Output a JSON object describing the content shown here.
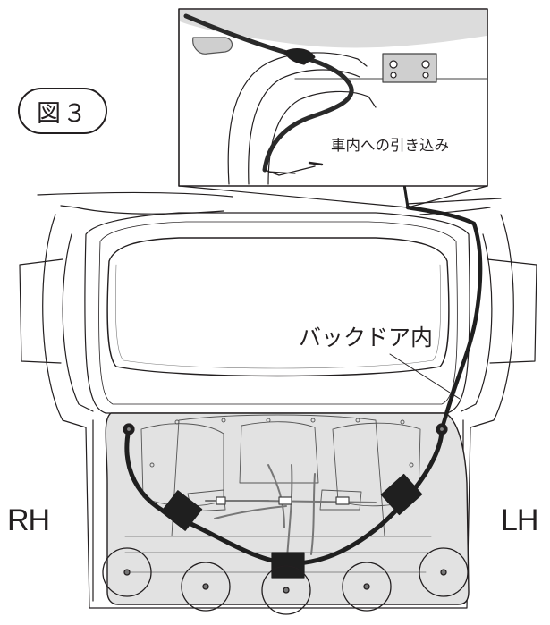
{
  "figure_label": "図３",
  "inset_caption": "車内への引き込み",
  "door_callout": "バックドア内",
  "side_right": "RH",
  "side_left": "LH",
  "speaker_count": 5,
  "colors": {
    "line": "#231f20",
    "panel": "#e2e2e2",
    "cable": "#1f1f1f",
    "body": "#ffffff"
  }
}
